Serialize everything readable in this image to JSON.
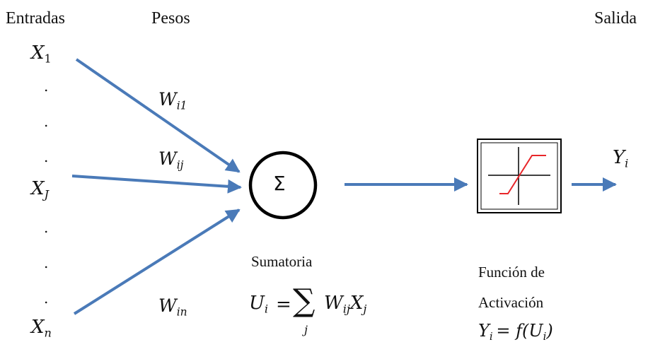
{
  "headers": {
    "inputs": "Entradas",
    "weights": "Pesos",
    "output": "Salida"
  },
  "inputs": {
    "x1_base": "X",
    "x1_sub": "1",
    "xj_base": "X",
    "xj_sub": "J",
    "xn_base": "X",
    "xn_sub": "n"
  },
  "weights": {
    "w1_base": "W",
    "w1_sub": "i1",
    "wj_base": "W",
    "wj_sub": "ij",
    "wn_base": "W",
    "wn_sub": "in"
  },
  "summation": {
    "symbol": "Σ",
    "label": "Sumatoria",
    "eq_lhs_base": "U",
    "eq_lhs_sub": "i",
    "eq_equals": "=",
    "eq_sum": "∑",
    "eq_sum_index": "j",
    "eq_rhs_w": "W",
    "eq_rhs_w_sub": "ij",
    "eq_rhs_x": "X",
    "eq_rhs_x_sub": "j"
  },
  "activation": {
    "label_line1": "Función de",
    "label_line2": "Activación",
    "eq_lhs_base": "Y",
    "eq_lhs_sub": "i",
    "eq_rhs_pre": "= f(U",
    "eq_rhs_sub": "i",
    "eq_rhs_post": ")"
  },
  "output": {
    "y_base": "Y",
    "y_sub": "i"
  },
  "colors": {
    "arrow": "#4a7ab8",
    "activation_curve": "#e8262a",
    "circle": "#000000"
  }
}
